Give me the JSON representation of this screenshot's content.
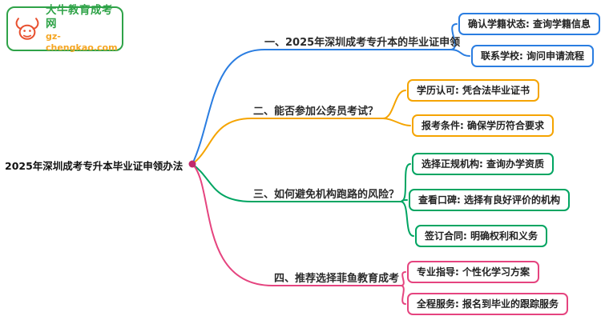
{
  "logo": {
    "site_name": "大牛教育成考网",
    "site_url": "gz-chengkao.com",
    "name_color": "#2fa348",
    "url_color": "#f5a623",
    "border_color": "#2fa348",
    "bull_color": "#e8502f"
  },
  "root": {
    "title": "2025年深圳成考专升本毕业证申领办法",
    "dot_color": "#c02a6c"
  },
  "branches": [
    {
      "label": "一、2025年深圳成考专升本的毕业证申领",
      "color": "#2a7de1",
      "children": [
        "确认学籍状态: 查询学籍信息",
        "联系学校: 询问申请流程"
      ]
    },
    {
      "label": "二、能否参加公务员考试？",
      "color": "#f5a400",
      "children": [
        "学历认可: 凭合法毕业证书",
        "报考条件: 确保学历符合要求"
      ]
    },
    {
      "label": "三、如何避免机构跑路的风险？",
      "color": "#00a562",
      "children": [
        "选择正规机构: 查询办学资质",
        "查看口碑: 选择有良好评价的机构",
        "签订合同: 明确权利和义务"
      ]
    },
    {
      "label": "四、推荐选择菲鱼教育成考",
      "color": "#e5447f",
      "children": [
        "专业指导: 个性化学习方案",
        "全程服务: 报名到毕业的跟踪服务"
      ]
    }
  ]
}
